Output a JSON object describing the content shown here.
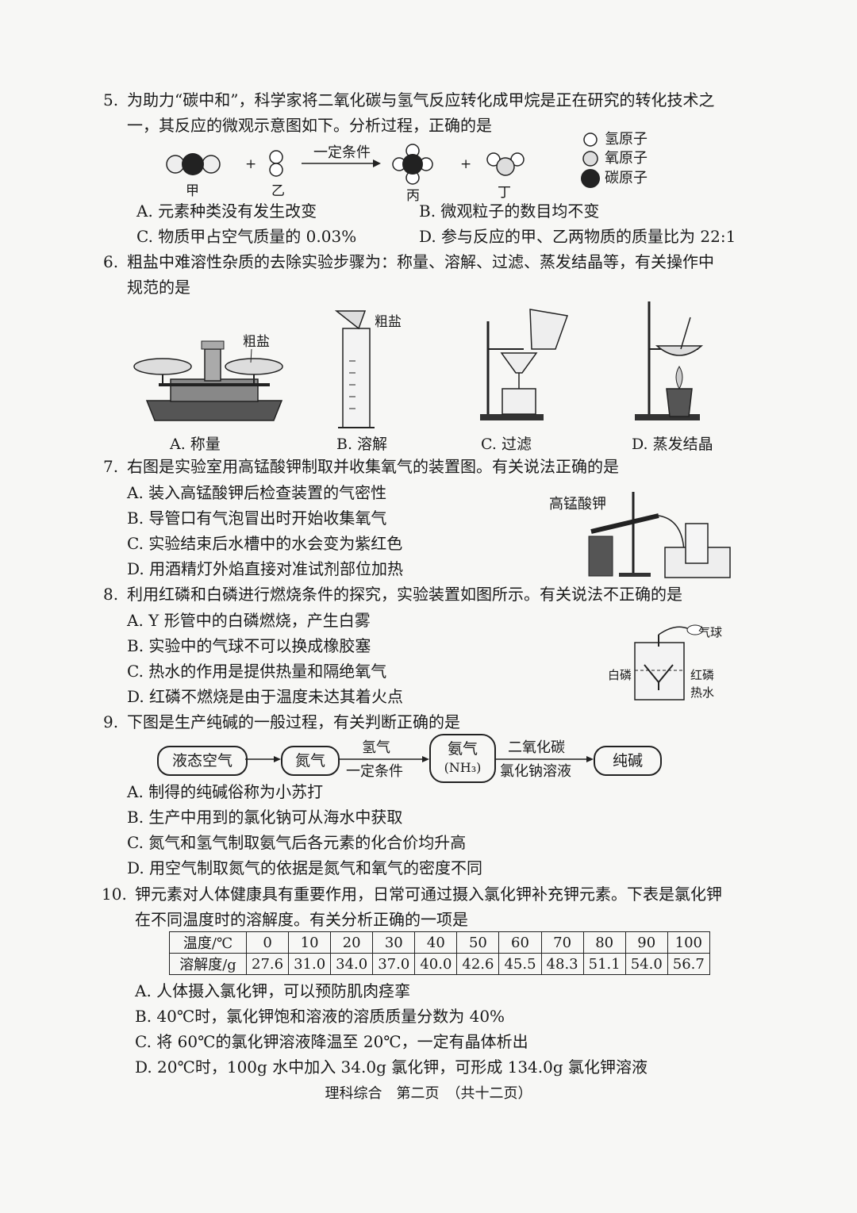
{
  "q5": {
    "num": "5.",
    "line1": "为助力“碳中和”，科学家将二氧化碳与氢气反应转化成甲烷是正在研究的转化技术之",
    "line2": "一，其反应的微观示意图如下。分析过程，正确的是",
    "condition": "一定条件",
    "plus": "+",
    "labels": [
      "甲",
      "乙",
      "丙",
      "丁"
    ],
    "legend": [
      "氢原子",
      "氧原子",
      "碳原子"
    ],
    "options": [
      "A.  元素种类没有发生改变",
      "B.  微观粒子的数目均不变",
      "C.  物质甲占空气质量的 0.03%",
      "D.  参与反应的甲、乙两物质的质量比为 22:1"
    ]
  },
  "q6": {
    "num": "6.",
    "line1": "粗盐中难溶性杂质的去除实验步骤为：称量、溶解、过滤、蒸发结晶等，有关操作中",
    "line2": "规范的是",
    "salt_label": "粗盐",
    "salt_label2": "粗盐",
    "captions": [
      "A.  称量",
      "B.  溶解",
      "C.  过滤",
      "D.  蒸发结晶"
    ]
  },
  "q7": {
    "num": "7.",
    "line1": "右图是实验室用高锰酸钾制取并收集氧气的装置图。有关说法正确的是",
    "fig_label": "高锰酸钾",
    "options": [
      "A.  装入高锰酸钾后检查装置的气密性",
      "B.  导管口有气泡冒出时开始收集氧气",
      "C.  实验结束后水槽中的水会变为紫红色",
      "D.  用酒精灯外焰直接对准试剂部位加热"
    ]
  },
  "q8": {
    "num": "8.",
    "line1": "利用红磷和白磷进行燃烧条件的探究，实验装置如图所示。有关说法不正确的是",
    "fig_labels": [
      "气球",
      "白磷",
      "红磷",
      "热水"
    ],
    "options": [
      "A.  Y 形管中的白磷燃烧，产生白雾",
      "B.  实验中的气球不可以换成橡胶塞",
      "C.  热水的作用是提供热量和隔绝氧气",
      "D.  红磷不燃烧是由于温度未达其着火点"
    ]
  },
  "q9": {
    "num": "9.",
    "line1": "下图是生产纯碱的一般过程，有关判断正确的是",
    "flow": [
      "液态空气",
      "氮气",
      "氨气",
      "(NH₃)",
      "纯碱"
    ],
    "arrow_top": [
      "氢气",
      "二氧化碳"
    ],
    "arrow_bottom": [
      "一定条件",
      "氯化钠溶液"
    ],
    "options": [
      "A.  制得的纯碱俗称为小苏打",
      "B.  生产中用到的氯化钠可从海水中获取",
      "C.  氮气和氢气制取氨气后各元素的化合价均升高",
      "D.  用空气制取氮气的依据是氮气和氧气的密度不同"
    ]
  },
  "q10": {
    "num": "10.",
    "line1": "钾元素对人体健康具有重要作用，日常可通过摄入氯化钾补充钾元素。下表是氯化钾",
    "line2": "在不同温度时的溶解度。有关分析正确的一项是",
    "table": {
      "row1_head": "温度/℃",
      "row2_head": "溶解度/g",
      "temps": [
        "0",
        "10",
        "20",
        "30",
        "40",
        "50",
        "60",
        "70",
        "80",
        "90",
        "100"
      ],
      "solub": [
        "27.6",
        "31.0",
        "34.0",
        "37.0",
        "40.0",
        "42.6",
        "45.5",
        "48.3",
        "51.1",
        "54.0",
        "56.7"
      ]
    },
    "options": [
      "A.  人体摄入氯化钾，可以预防肌肉痉挛",
      "B.  40℃时，氯化钾饱和溶液的溶质质量分数为 40%",
      "C.  将 60℃的氯化钾溶液降温至 20℃，一定有晶体析出",
      "D.  20℃时，100g 水中加入 34.0g 氯化钾，可形成 134.0g 氯化钾溶液"
    ]
  },
  "footer": "理科综合　第二页　（共十二页）"
}
